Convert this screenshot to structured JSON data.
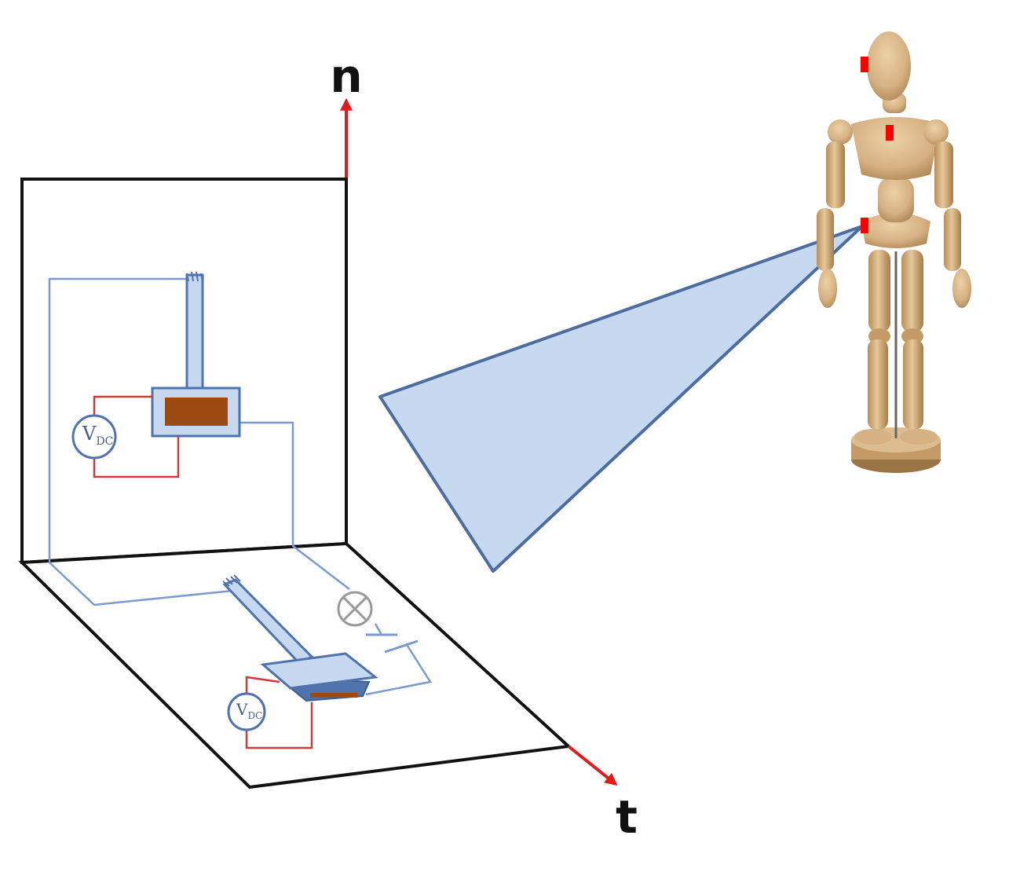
{
  "axes": {
    "normal": "n",
    "tangent": "t"
  },
  "voltmeters": {
    "symbol": "V",
    "subscript": "DC"
  },
  "colors": {
    "background": "#ffffff",
    "plane_stroke": "#111111",
    "axis_arrow": "#e31a1a",
    "wire_blue": "#7a9ad0",
    "wire_red": "#cf3a3a",
    "device_fill": "#c6d9f1",
    "device_stroke": "#4f73ad",
    "electrode_fill": "#9c4a12",
    "projection_fill": "#c6d9f1",
    "projection_stroke": "#4c6d9e",
    "mannequin_wood": "#d6b183",
    "sensor_marker": "#ff0000"
  },
  "icons": {
    "lamp": "lamp-icon",
    "battery": "battery-icon",
    "mannequin": "wooden-mannequin-icon",
    "sensor": "sensor-marker-icon"
  }
}
